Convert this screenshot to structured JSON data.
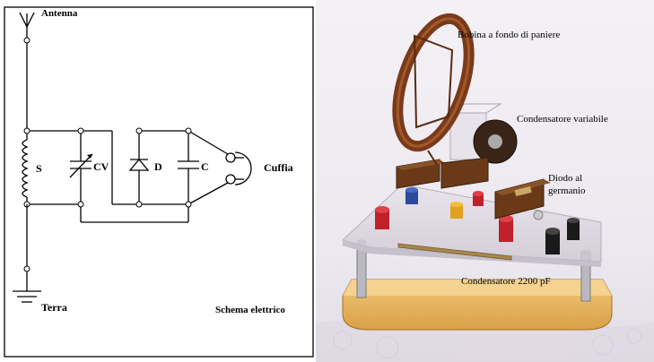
{
  "schematic": {
    "labels": {
      "antenna": "Antenna",
      "coil": "S",
      "variable_capacitor": "CV",
      "diode": "D",
      "capacitor": "C",
      "headphones": "Cuffia",
      "ground": "Terra",
      "caption": "Schema elettrico"
    }
  },
  "photo": {
    "labels": {
      "basket_coil": "Bobina a fondo di paniere",
      "variable_capacitor": "Condensatore variabile",
      "diode_line1": "Diodo al",
      "diode_line2": "germanio",
      "capacitor": "Condensatore 2200 pF"
    }
  },
  "colors": {
    "wood": "#e8b45a",
    "background": "#f1eef3",
    "coil_copper": "#7a3a1a",
    "terminal_red": "#c0202a",
    "terminal_blue": "#2a4aa0",
    "terminal_yellow": "#e0a020",
    "terminal_black": "#1a1a1a"
  }
}
